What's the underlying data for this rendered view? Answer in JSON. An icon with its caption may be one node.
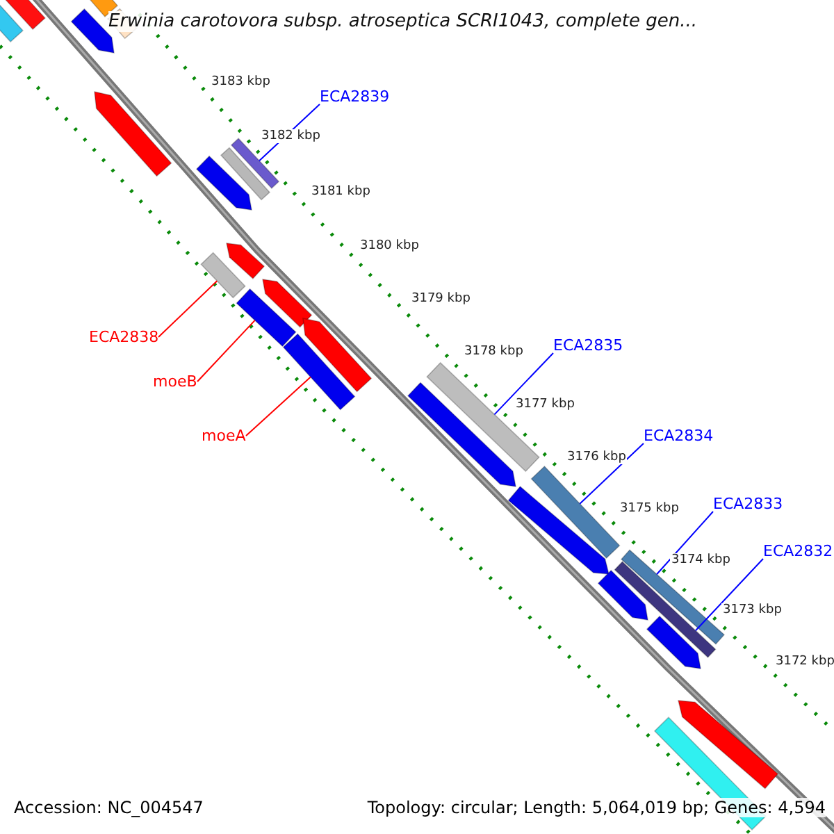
{
  "diagram": {
    "title": "Erwinia carotovora subsp. atroseptica SCRI1043, complete gen...",
    "nodes": [
      {
        "text": [],
        "shape": "bar"
      },
      {
        "text": [],
        "shape": "bar"
      },
      {
        "text": [],
        "shape": "bar"
      },
      {
        "text": [],
        "shape": "bar"
      },
      {
        "text": [],
        "shape": "bar"
      },
      {
        "text": [
          "ECA2839"
        ]
      },
      {
        "text": [],
        "shape": "bar"
      },
      {
        "text": [],
        "shape": "bar"
      },
      {
        "text": [],
        "shape": "bar"
      },
      {
        "text": [],
        "shape": "bar"
      },
      {
        "text": [],
        "shape": "bar"
      },
      {
        "text": [],
        "shape": "bar"
      },
      {
        "text": [],
        "shape": "bar"
      },
      {
        "text": [],
        "shape": "bar"
      },
      {
        "text": [
          "ECA2838"
        ]
      },
      {
        "text": [],
        "shape": "bar"
      },
      {
        "text": [],
        "shape": "bar"
      },
      {
        "text": [
          "ECA2835"
        ]
      },
      {
        "text": [
          "moeB"
        ]
      },
      {
        "text": [],
        "shape": "bar"
      },
      {
        "text": [],
        "shape": "bar"
      },
      {
        "text": [
          "moeA"
        ]
      },
      {
        "text": [
          "ECA2834"
        ]
      },
      {
        "text": [],
        "shape": "bar"
      },
      {
        "text": [],
        "shape": "bar"
      },
      {
        "text": [
          "ECA2833"
        ]
      },
      {
        "text": [
          "ECA2832"
        ]
      },
      {
        "text": [],
        "shape": "bar"
      },
      {
        "text": [],
        "shape": "bar"
      },
      {
        "text": [],
        "shape": "bar"
      },
      {
        "text": [],
        "shape": "bar"
      },
      {
        "text": [],
        "shape": "bar"
      },
      {
        "text": [],
        "shape": "bar"
      }
    ],
    "edges": [
      {
        "from": 5,
        "to": 7,
        "arrow": "none"
      },
      {
        "from": 14,
        "to": 11,
        "arrow": "none",
        "color": "#ff0000"
      },
      {
        "from": 18,
        "to": 13,
        "arrow": "none",
        "color": "#ff0000"
      },
      {
        "from": 21,
        "to": 16,
        "arrow": "none",
        "color": "#ff0000"
      },
      {
        "from": 17,
        "to": 19,
        "arrow": "none"
      },
      {
        "from": 22,
        "to": 23,
        "arrow": "none"
      },
      {
        "from": 25,
        "to": 27,
        "arrow": "none"
      },
      {
        "from": 26,
        "to": 28,
        "arrow": "none"
      }
    ],
    "labels": [
      "3183 kbp",
      "3182 kbp",
      "3181 kbp",
      "3180 kbp",
      "3179 kbp",
      "3178 kbp",
      "3177 kbp",
      "3176 kbp",
      "3175 kbp",
      "3174 kbp",
      "3173 kbp",
      "3172 kbp",
      "Accession: NC_004547",
      "Topology: circular; Length: 5,064,019 bp; Genes: 4,594"
    ]
  }
}
